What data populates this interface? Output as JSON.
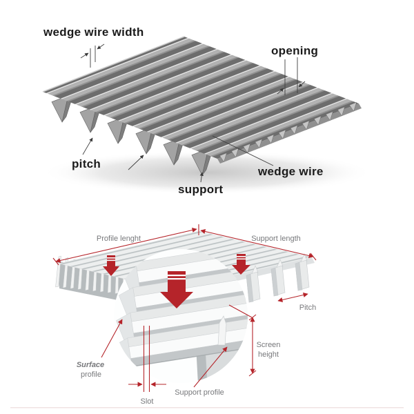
{
  "colors": {
    "accent_red": "#b5242a",
    "top_label_color": "#1b1b1b",
    "bottom_label_color": "#77787b",
    "wire_metal_gray": "#a8a8a8",
    "panel_light_gray": "#eef0f0"
  },
  "top_diagram": {
    "labels": {
      "wedge_wire_width": "wedge wire width",
      "opening": "opening",
      "pitch": "pitch",
      "support": "support",
      "wedge_wire": "wedge wire"
    }
  },
  "bottom_diagram": {
    "labels": {
      "profile_length": "Profile lenght",
      "support_length": "Support length",
      "pitch": "Pitch",
      "screen_height_line1": "Screen",
      "screen_height_line2": "height",
      "surface_profile_line1": "Surface",
      "surface_profile_line2": "profile",
      "slot": "Slot",
      "support_profile": "Support profile"
    }
  }
}
